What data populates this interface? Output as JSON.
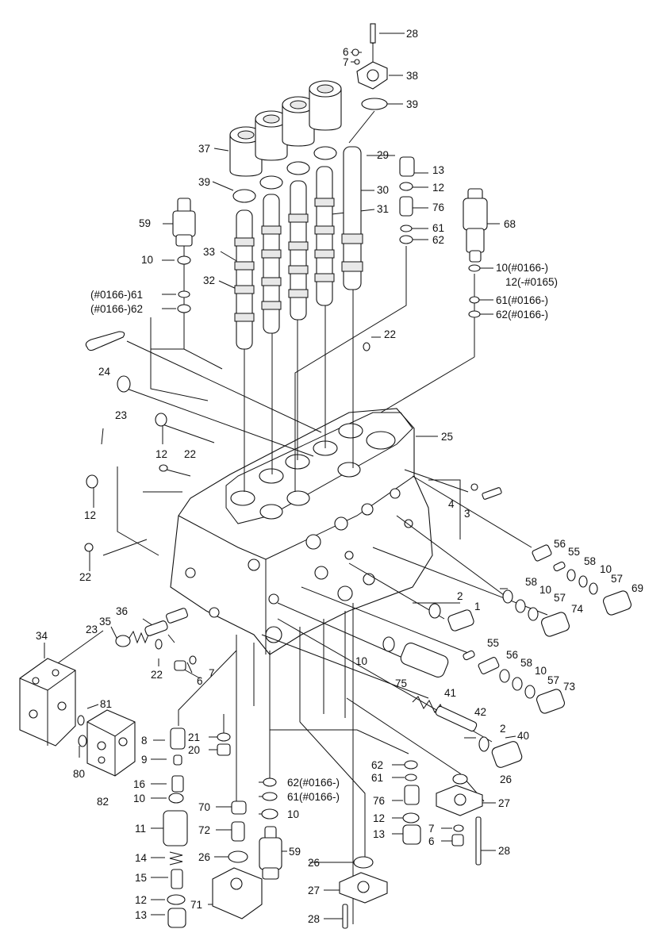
{
  "labels": [
    {
      "text": "28"
    },
    {
      "text": "6"
    },
    {
      "text": "7"
    },
    {
      "text": "38"
    },
    {
      "text": "39"
    },
    {
      "text": "37"
    },
    {
      "text": "29"
    },
    {
      "text": "13"
    },
    {
      "text": "39"
    },
    {
      "text": "12"
    },
    {
      "text": "30"
    },
    {
      "text": "76"
    },
    {
      "text": "31"
    },
    {
      "text": "59"
    },
    {
      "text": "61"
    },
    {
      "text": "62"
    },
    {
      "text": "68"
    },
    {
      "text": "33"
    },
    {
      "text": "10"
    },
    {
      "text": "10(#0166-)"
    },
    {
      "text": "12(-#0165)"
    },
    {
      "text": "32"
    },
    {
      "text": "(#0166-)61"
    },
    {
      "text": "61(#0166-)"
    },
    {
      "text": "(#0166-)62"
    },
    {
      "text": "62(#0166-)"
    },
    {
      "text": "22"
    },
    {
      "text": "24"
    },
    {
      "text": "23"
    },
    {
      "text": "25"
    },
    {
      "text": "12"
    },
    {
      "text": "22"
    },
    {
      "text": "4"
    },
    {
      "text": "3"
    },
    {
      "text": "12"
    },
    {
      "text": "56"
    },
    {
      "text": "55"
    },
    {
      "text": "58"
    },
    {
      "text": "10"
    },
    {
      "text": "57"
    },
    {
      "text": "22"
    },
    {
      "text": "69"
    },
    {
      "text": "58"
    },
    {
      "text": "10"
    },
    {
      "text": "2"
    },
    {
      "text": "57"
    },
    {
      "text": "1"
    },
    {
      "text": "74"
    },
    {
      "text": "36"
    },
    {
      "text": "35"
    },
    {
      "text": "34"
    },
    {
      "text": "23"
    },
    {
      "text": "55"
    },
    {
      "text": "10"
    },
    {
      "text": "56"
    },
    {
      "text": "58"
    },
    {
      "text": "22"
    },
    {
      "text": "7"
    },
    {
      "text": "10"
    },
    {
      "text": "6"
    },
    {
      "text": "75"
    },
    {
      "text": "57"
    },
    {
      "text": "73"
    },
    {
      "text": "41"
    },
    {
      "text": "81"
    },
    {
      "text": "42"
    },
    {
      "text": "8"
    },
    {
      "text": "21"
    },
    {
      "text": "2"
    },
    {
      "text": "40"
    },
    {
      "text": "20"
    },
    {
      "text": "9"
    },
    {
      "text": "80"
    },
    {
      "text": "82"
    },
    {
      "text": "62"
    },
    {
      "text": "61"
    },
    {
      "text": "26"
    },
    {
      "text": "16"
    },
    {
      "text": "62(#0166-)"
    },
    {
      "text": "10"
    },
    {
      "text": "61(#0166-)"
    },
    {
      "text": "27"
    },
    {
      "text": "76"
    },
    {
      "text": "70"
    },
    {
      "text": "10"
    },
    {
      "text": "12"
    },
    {
      "text": "11"
    },
    {
      "text": "72"
    },
    {
      "text": "7"
    },
    {
      "text": "13"
    },
    {
      "text": "6"
    },
    {
      "text": "28"
    },
    {
      "text": "59"
    },
    {
      "text": "14"
    },
    {
      "text": "26"
    },
    {
      "text": "26"
    },
    {
      "text": "15"
    },
    {
      "text": "27"
    },
    {
      "text": "12"
    },
    {
      "text": "71"
    },
    {
      "text": "13"
    },
    {
      "text": "28"
    }
  ]
}
